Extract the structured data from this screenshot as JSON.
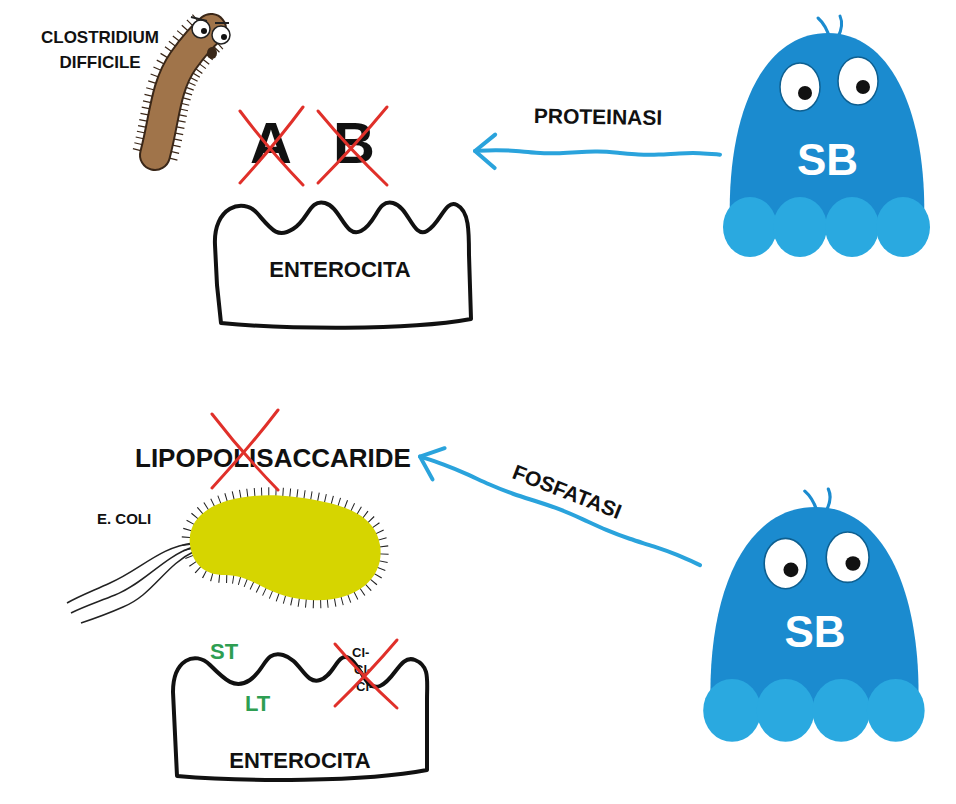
{
  "diagram": {
    "nodes": [
      {
        "text": [
          "CLOSTRIDIUM DIFFICILE"
        ]
      },
      {
        "text": [
          "A",
          "B",
          "ENTEROCITA"
        ]
      },
      {
        "text": [
          "SB"
        ]
      },
      {
        "text": [
          "LIPOPOLISACCARIDE",
          "E. COLI"
        ]
      },
      {
        "text": [
          "ST",
          "LT",
          "Cl-",
          "Cl-",
          "Cl-",
          "ENTEROCITA"
        ]
      },
      {
        "text": [
          "SB"
        ]
      }
    ],
    "edges": [
      {
        "from": 2,
        "to": 1,
        "arrow": "to",
        "label": "PROTEINASI"
      },
      {
        "from": 5,
        "to": 3,
        "arrow": "to",
        "label": "FOSFATASI"
      }
    ]
  }
}
